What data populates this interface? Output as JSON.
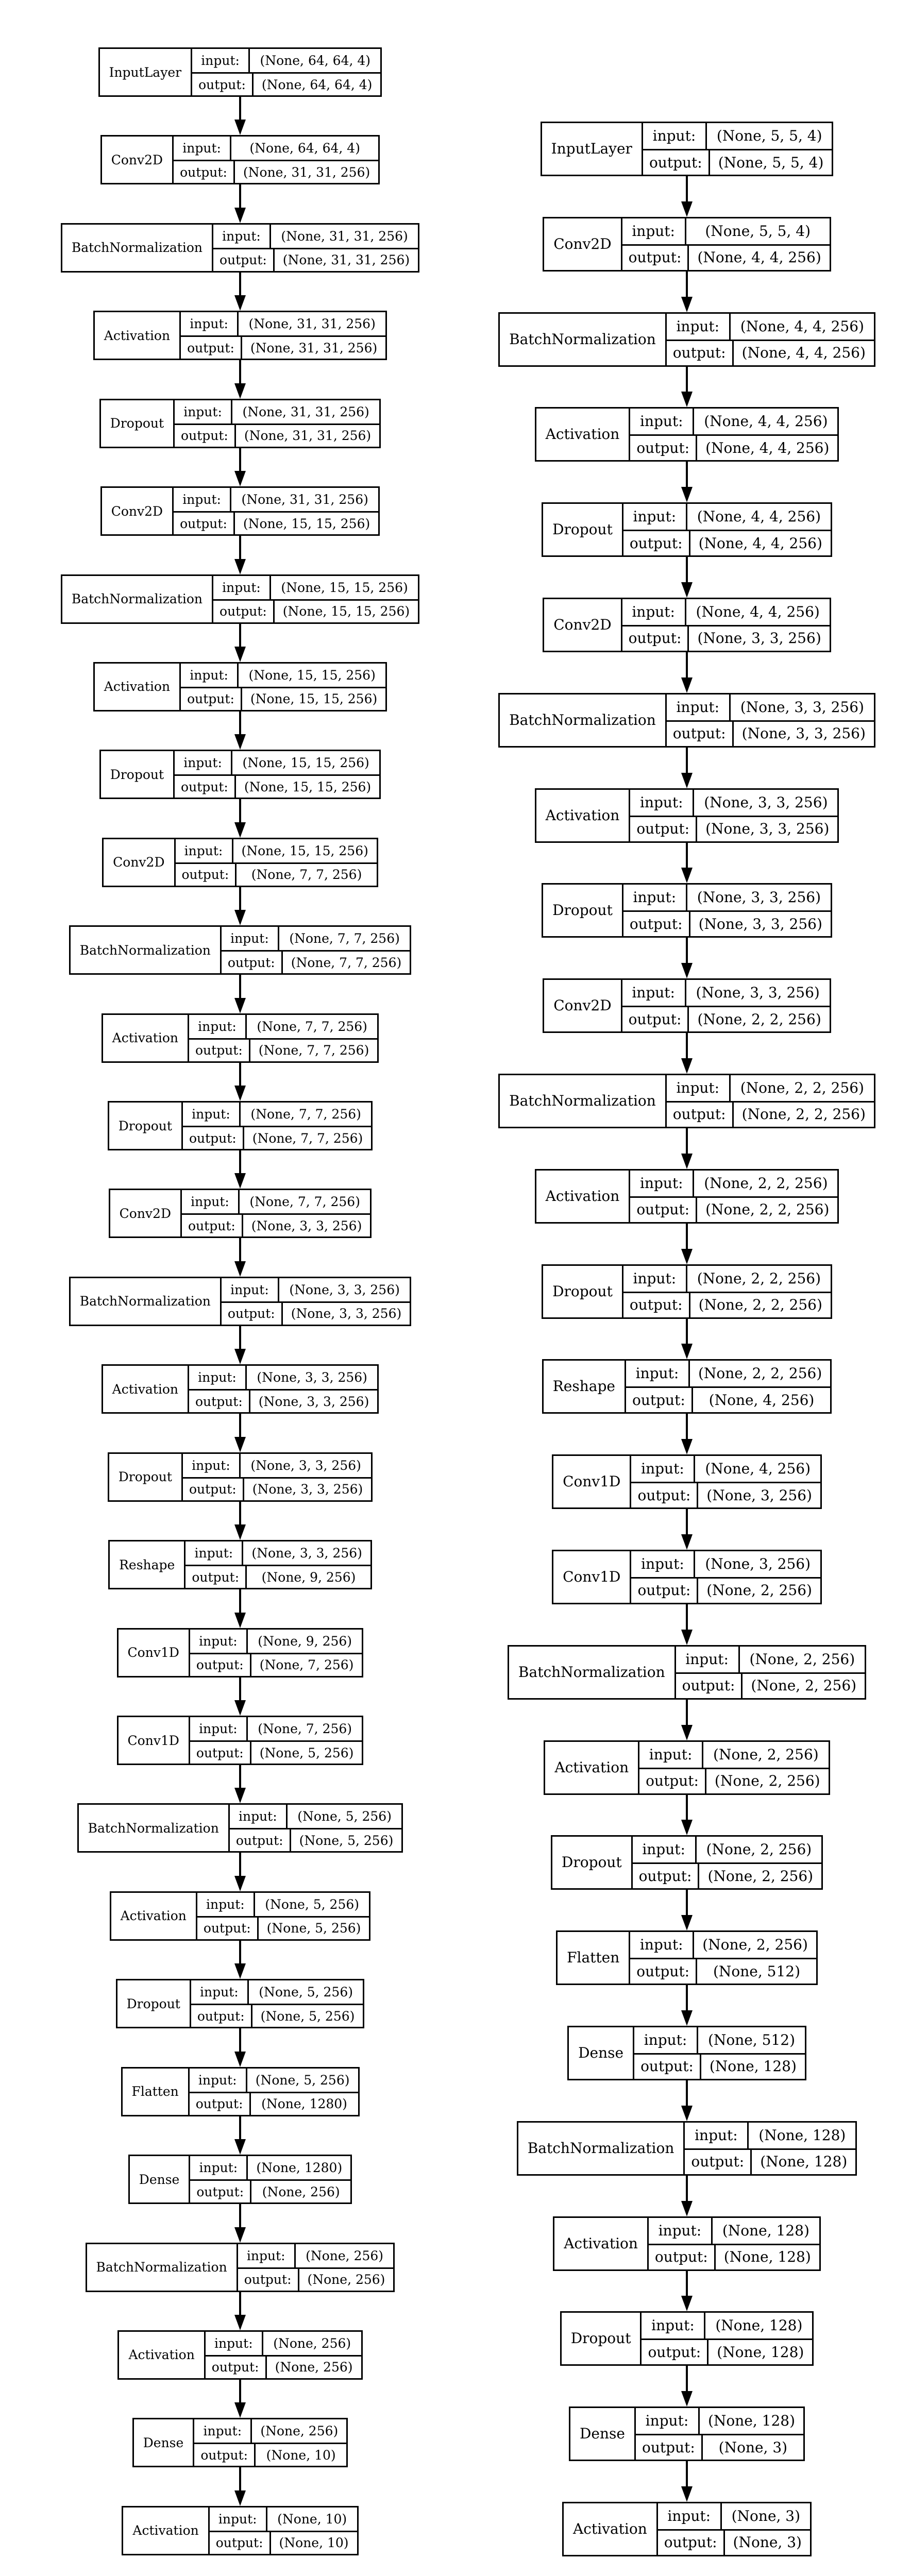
{
  "page": {
    "background": "#ffffff"
  },
  "colors": {
    "box_border": "#000000",
    "box_background": "#ffffff",
    "text": "#000000",
    "edge_line": "#000000"
  },
  "labels": {
    "input": "input:",
    "output": "output:"
  },
  "diagram": {
    "type": "keras-model-graph",
    "columns": [
      {
        "name": "left-model",
        "nodes": [
          {
            "name": "InputLayer",
            "input": "(None, 64, 64, 4)",
            "output": "(None, 64, 64, 4)"
          },
          {
            "name": "Conv2D",
            "input": "(None, 64, 64, 4)",
            "output": "(None, 31, 31, 256)"
          },
          {
            "name": "BatchNormalization",
            "input": "(None, 31, 31, 256)",
            "output": "(None, 31, 31, 256)"
          },
          {
            "name": "Activation",
            "input": "(None, 31, 31, 256)",
            "output": "(None, 31, 31, 256)"
          },
          {
            "name": "Dropout",
            "input": "(None, 31, 31, 256)",
            "output": "(None, 31, 31, 256)"
          },
          {
            "name": "Conv2D",
            "input": "(None, 31, 31, 256)",
            "output": "(None, 15, 15, 256)"
          },
          {
            "name": "BatchNormalization",
            "input": "(None, 15, 15, 256)",
            "output": "(None, 15, 15, 256)"
          },
          {
            "name": "Activation",
            "input": "(None, 15, 15, 256)",
            "output": "(None, 15, 15, 256)"
          },
          {
            "name": "Dropout",
            "input": "(None, 15, 15, 256)",
            "output": "(None, 15, 15, 256)"
          },
          {
            "name": "Conv2D",
            "input": "(None, 15, 15, 256)",
            "output": "(None, 7, 7, 256)"
          },
          {
            "name": "BatchNormalization",
            "input": "(None, 7, 7, 256)",
            "output": "(None, 7, 7, 256)"
          },
          {
            "name": "Activation",
            "input": "(None, 7, 7, 256)",
            "output": "(None, 7, 7, 256)"
          },
          {
            "name": "Dropout",
            "input": "(None, 7, 7, 256)",
            "output": "(None, 7, 7, 256)"
          },
          {
            "name": "Conv2D",
            "input": "(None, 7, 7, 256)",
            "output": "(None, 3, 3, 256)"
          },
          {
            "name": "BatchNormalization",
            "input": "(None, 3, 3, 256)",
            "output": "(None, 3, 3, 256)"
          },
          {
            "name": "Activation",
            "input": "(None, 3, 3, 256)",
            "output": "(None, 3, 3, 256)"
          },
          {
            "name": "Dropout",
            "input": "(None, 3, 3, 256)",
            "output": "(None, 3, 3, 256)"
          },
          {
            "name": "Reshape",
            "input": "(None, 3, 3, 256)",
            "output": "(None, 9, 256)"
          },
          {
            "name": "Conv1D",
            "input": "(None, 9, 256)",
            "output": "(None, 7, 256)"
          },
          {
            "name": "Conv1D",
            "input": "(None, 7, 256)",
            "output": "(None, 5, 256)"
          },
          {
            "name": "BatchNormalization",
            "input": "(None, 5, 256)",
            "output": "(None, 5, 256)"
          },
          {
            "name": "Activation",
            "input": "(None, 5, 256)",
            "output": "(None, 5, 256)"
          },
          {
            "name": "Dropout",
            "input": "(None, 5, 256)",
            "output": "(None, 5, 256)"
          },
          {
            "name": "Flatten",
            "input": "(None, 5, 256)",
            "output": "(None, 1280)"
          },
          {
            "name": "Dense",
            "input": "(None, 1280)",
            "output": "(None, 256)"
          },
          {
            "name": "BatchNormalization",
            "input": "(None, 256)",
            "output": "(None, 256)"
          },
          {
            "name": "Activation",
            "input": "(None, 256)",
            "output": "(None, 256)"
          },
          {
            "name": "Dense",
            "input": "(None, 256)",
            "output": "(None, 10)"
          },
          {
            "name": "Activation",
            "input": "(None, 10)",
            "output": "(None, 10)"
          }
        ]
      },
      {
        "name": "right-model",
        "nodes": [
          {
            "name": "InputLayer",
            "input": "(None, 5, 5, 4)",
            "output": "(None, 5, 5, 4)"
          },
          {
            "name": "Conv2D",
            "input": "(None, 5, 5, 4)",
            "output": "(None, 4, 4, 256)"
          },
          {
            "name": "BatchNormalization",
            "input": "(None, 4, 4, 256)",
            "output": "(None, 4, 4, 256)"
          },
          {
            "name": "Activation",
            "input": "(None, 4, 4, 256)",
            "output": "(None, 4, 4, 256)"
          },
          {
            "name": "Dropout",
            "input": "(None, 4, 4, 256)",
            "output": "(None, 4, 4, 256)"
          },
          {
            "name": "Conv2D",
            "input": "(None, 4, 4, 256)",
            "output": "(None, 3, 3, 256)"
          },
          {
            "name": "BatchNormalization",
            "input": "(None, 3, 3, 256)",
            "output": "(None, 3, 3, 256)"
          },
          {
            "name": "Activation",
            "input": "(None, 3, 3, 256)",
            "output": "(None, 3, 3, 256)"
          },
          {
            "name": "Dropout",
            "input": "(None, 3, 3, 256)",
            "output": "(None, 3, 3, 256)"
          },
          {
            "name": "Conv2D",
            "input": "(None, 3, 3, 256)",
            "output": "(None, 2, 2, 256)"
          },
          {
            "name": "BatchNormalization",
            "input": "(None, 2, 2, 256)",
            "output": "(None, 2, 2, 256)"
          },
          {
            "name": "Activation",
            "input": "(None, 2, 2, 256)",
            "output": "(None, 2, 2, 256)"
          },
          {
            "name": "Dropout",
            "input": "(None, 2, 2, 256)",
            "output": "(None, 2, 2, 256)"
          },
          {
            "name": "Reshape",
            "input": "(None, 2, 2, 256)",
            "output": "(None, 4, 256)"
          },
          {
            "name": "Conv1D",
            "input": "(None, 4, 256)",
            "output": "(None, 3, 256)"
          },
          {
            "name": "Conv1D",
            "input": "(None, 3, 256)",
            "output": "(None, 2, 256)"
          },
          {
            "name": "BatchNormalization",
            "input": "(None, 2, 256)",
            "output": "(None, 2, 256)"
          },
          {
            "name": "Activation",
            "input": "(None, 2, 256)",
            "output": "(None, 2, 256)"
          },
          {
            "name": "Dropout",
            "input": "(None, 2, 256)",
            "output": "(None, 2, 256)"
          },
          {
            "name": "Flatten",
            "input": "(None, 2, 256)",
            "output": "(None, 512)"
          },
          {
            "name": "Dense",
            "input": "(None, 512)",
            "output": "(None, 128)"
          },
          {
            "name": "BatchNormalization",
            "input": "(None, 128)",
            "output": "(None, 128)"
          },
          {
            "name": "Activation",
            "input": "(None, 128)",
            "output": "(None, 128)"
          },
          {
            "name": "Dropout",
            "input": "(None, 128)",
            "output": "(None, 128)"
          },
          {
            "name": "Dense",
            "input": "(None, 128)",
            "output": "(None, 3)"
          },
          {
            "name": "Activation",
            "input": "(None, 3)",
            "output": "(None, 3)"
          }
        ]
      }
    ]
  }
}
